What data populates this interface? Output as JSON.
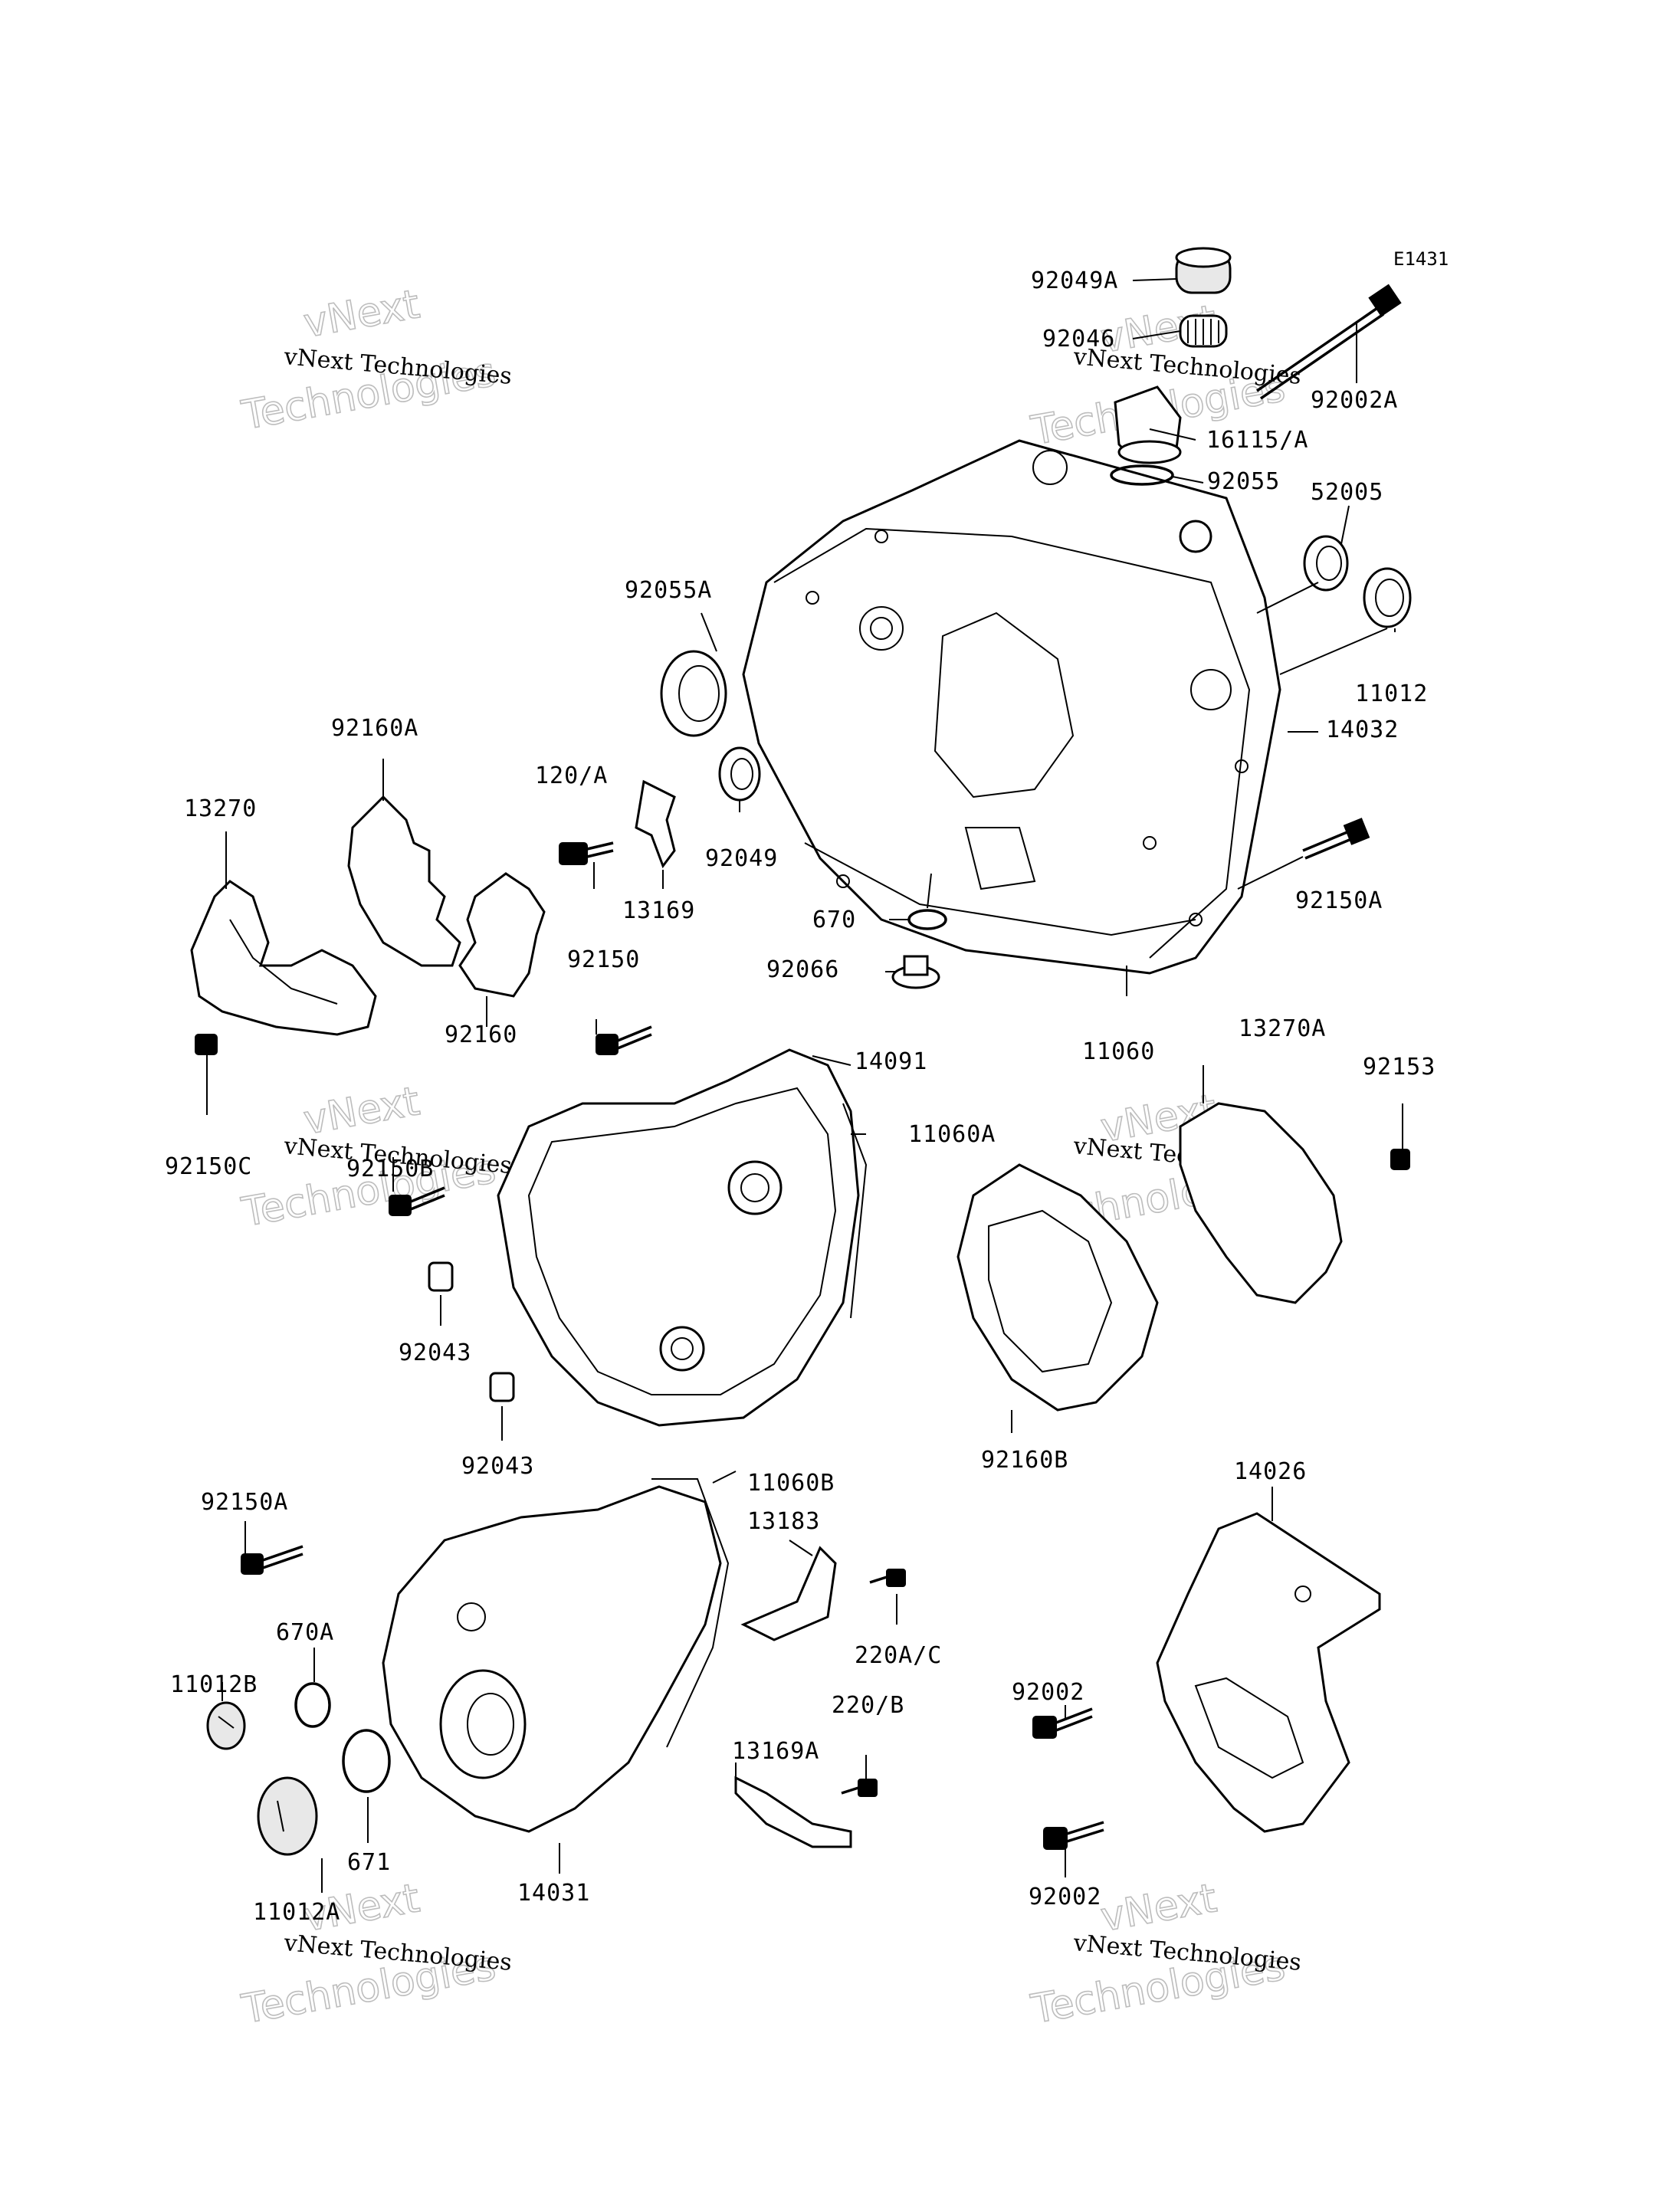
{
  "diagram_code": "E1431",
  "watermark": {
    "small_text": "vNext Technologies",
    "big_lines": [
      "vNext",
      "Technologies"
    ]
  },
  "part_labels": [
    "92049A",
    "92046",
    "92002A",
    "16115/A",
    "92055",
    "52005",
    "92055A",
    "11012",
    "14032",
    "92160A",
    "13270",
    "120/A",
    "13169",
    "92049",
    "670",
    "92066",
    "92150A",
    "92150",
    "92160",
    "11060",
    "13270A",
    "14091",
    "92153",
    "11060A",
    "92150B",
    "92150C",
    "92043",
    "92043",
    "92160B",
    "11060B",
    "14026",
    "92150A",
    "13183",
    "220A/C",
    "670A",
    "11012B",
    "220/B",
    "92002",
    "13169A",
    "671",
    "92002",
    "14031",
    "11012A"
  ]
}
